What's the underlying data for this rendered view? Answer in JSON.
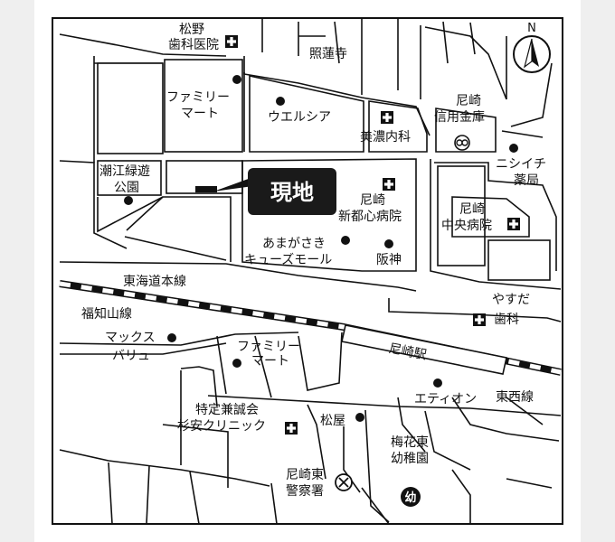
{
  "site": {
    "label": "現地",
    "badge_color": "#1a1a1a"
  },
  "north": {
    "label": "N",
    "icon": "north-arrow-icon"
  },
  "railways": {
    "tokaido": "東海道本線",
    "fukuchiyama": "福知山線",
    "tozai": "東西線",
    "station": "尼崎駅"
  },
  "places": {
    "matsuno": [
      "松野",
      "歯科医院"
    ],
    "shorenji": "照蓮寺",
    "familymart_n": [
      "ファミリー",
      "マート"
    ],
    "welcia": "ウエルシア",
    "mino": "美濃内科",
    "shinkin": [
      "尼崎",
      "信用金庫"
    ],
    "nishii": [
      "ニシイチ",
      "薬局"
    ],
    "shioe": [
      "潮江緑遊",
      "公園"
    ],
    "shintoshin": [
      "尼崎",
      "新都心病院"
    ],
    "chuo": [
      "尼崎",
      "中央病院"
    ],
    "q_mall": [
      "あまがさき",
      "キューズモール"
    ],
    "hanshin": "阪神",
    "yasuda": [
      "やすだ",
      "歯科"
    ],
    "maxvalu": [
      "マックス",
      "バリュ"
    ],
    "familymart_s": [
      "ファミリー",
      "マート"
    ],
    "etion": "エティオン",
    "sugiyasu": [
      "特定兼誠会",
      "杉安クリニック"
    ],
    "matsuya": "松屋",
    "police": [
      "尼崎東",
      "警察署"
    ],
    "kindergarten": [
      "梅花東",
      "幼稚園"
    ],
    "kindergarten_symbol": "幼"
  }
}
